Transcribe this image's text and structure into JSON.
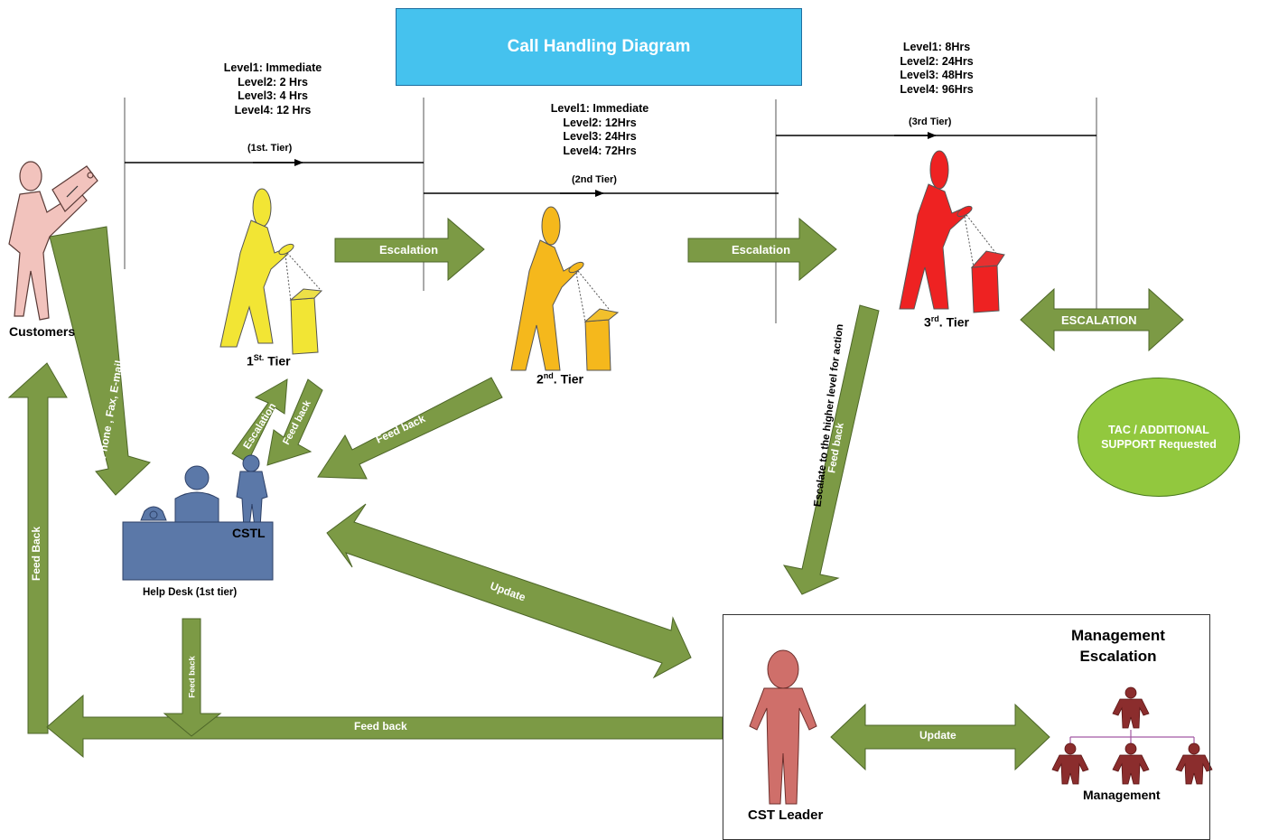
{
  "title": "Call Handling Diagram",
  "tiers": {
    "tier1": {
      "line_label": "(1st. Tier)",
      "sla": [
        "Level1: Immediate",
        "Level2: 2 Hrs",
        "Level3: 4 Hrs",
        "Level4: 12 Hrs"
      ],
      "figure_label_pre": "1",
      "figure_label_sup": "St.",
      "figure_label_post": " Tier",
      "color": "#f2e534"
    },
    "tier2": {
      "line_label": "(2nd Tier)",
      "sla": [
        "Level1: Immediate",
        "Level2: 12Hrs",
        "Level3: 24Hrs",
        "Level4: 72Hrs"
      ],
      "figure_label_pre": "2",
      "figure_label_sup": "nd",
      "figure_label_post": ". Tier",
      "color": "#f5b81c"
    },
    "tier3": {
      "line_label": "(3rd Tier)",
      "sla": [
        "Level1: 8Hrs",
        "Level2: 24Hrs",
        "Level3: 48Hrs",
        "Level4: 96Hrs"
      ],
      "figure_label_pre": "3",
      "figure_label_sup": "rd",
      "figure_label_post": ". Tier",
      "color": "#ee2222"
    }
  },
  "actors": {
    "customers": "Customers",
    "cstl": "CSTL",
    "help_desk": "Help Desk (1st tier)",
    "cst_leader": "CST Leader",
    "management": "Management",
    "management_escalation_line1": "Management",
    "management_escalation_line2": "Escalation"
  },
  "arrows": {
    "escalation_1": "Escalation",
    "escalation_2": "Escalation",
    "escalation_3": "ESCALATION",
    "notification": "Phone , Fax, E-mail,.... Notification",
    "hd_escalation": "Escalation",
    "hd_feedback": "Feed back",
    "tier2_feedback": "Feed back",
    "escalate_higher": "Escalate to the higher level for action",
    "tier3_feedback": "Feed back",
    "update_main": "Update",
    "update_mgmt": "Update",
    "customers_feedback": "Feed Back",
    "bottom_feedback": "Feed back",
    "hd_down_feedback": "Feed back"
  },
  "tac": {
    "line1": "TAC / ADDITIONAL",
    "line2": "SUPPORT Requested"
  },
  "colors": {
    "arrow_fill": "#7c9a45",
    "arrow_stroke": "#4d6628",
    "title_box": "#45c2ee",
    "tac_fill": "#92c83e",
    "desk": "#5b78a8",
    "customer": "#f2c3bd",
    "cst_leader": "#cf6f6a",
    "management": "#8b2d2d"
  }
}
